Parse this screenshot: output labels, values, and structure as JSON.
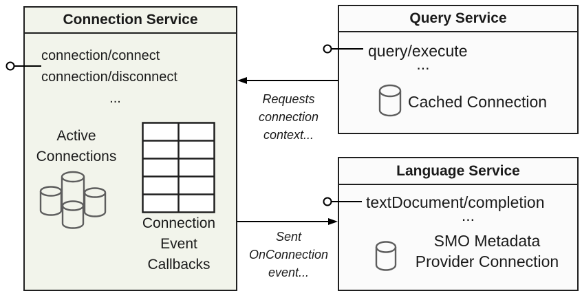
{
  "diagram": {
    "colors": {
      "background": "#ffffff",
      "border": "#1f1f1f",
      "text": "#1a1a1a",
      "connection_box_fill": "#f2f4eb",
      "service_box_fill": "#fbfbfb",
      "cylinder_stroke": "#5d5d5d"
    },
    "boxes": {
      "connection_service": {
        "title": "Connection Service",
        "methods": [
          "connection/connect",
          "connection/disconnect"
        ],
        "ellipsis": "...",
        "active_connections": {
          "lines": [
            "Active",
            "Connections"
          ],
          "icon": "database-stack-icon"
        },
        "callbacks": {
          "lines": [
            "Connection",
            "Event",
            "Callbacks"
          ],
          "icon": "table-grid-icon"
        },
        "interface_icon": "provided-interface-lollipop-icon"
      },
      "query_service": {
        "title": "Query Service",
        "methods": [
          "query/execute"
        ],
        "ellipsis": "...",
        "cached_connection": {
          "label": "Cached Connection",
          "icon": "database-cylinder-icon"
        },
        "interface_icon": "provided-interface-lollipop-icon"
      },
      "language_service": {
        "title": "Language Service",
        "methods": [
          "textDocument/completion"
        ],
        "ellipsis": "...",
        "smo_connection": {
          "lines": [
            "SMO Metadata",
            "Provider Connection"
          ],
          "icon": "database-cylinder-icon"
        },
        "interface_icon": "provided-interface-lollipop-icon"
      }
    },
    "arrows": {
      "requests_context": {
        "direction": "right-to-left",
        "label_lines": [
          "Requests",
          "connection",
          "context..."
        ]
      },
      "on_connection_event": {
        "direction": "left-to-right",
        "label_lines": [
          "Sent",
          "OnConnection",
          "event..."
        ]
      }
    }
  }
}
